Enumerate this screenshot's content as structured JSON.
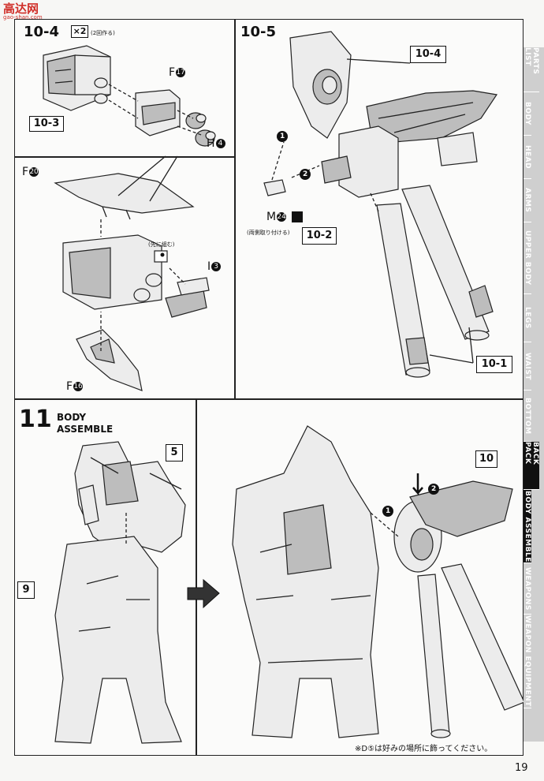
{
  "watermark": {
    "site": "高达网",
    "url": "gao-shan.com"
  },
  "step_10_4": {
    "title": "10-4",
    "multiplier": "×2",
    "multiplier_note": "(2回作る)",
    "ref": "10-3",
    "parts": {
      "F": "F",
      "F_num": "17",
      "H": "H",
      "H_num": "4"
    }
  },
  "step_10_4b": {
    "F_top": "F",
    "F_top_num": "20",
    "I": "I",
    "I_num": "3",
    "F_bottom": "F",
    "F_bottom_num": "16",
    "note": "(先に組む)"
  },
  "step_10_5": {
    "title": "10-5",
    "ref_a": "10-4",
    "ref_b": "10-2",
    "ref_c": "10-1",
    "M": "M",
    "M_num": "24",
    "note": "(両側取り付ける)",
    "arrow1": "1",
    "arrow2": "2"
  },
  "step_11": {
    "num": "11",
    "title_line1": "BODY",
    "title_line2": "ASSEMBLE",
    "ref_top": "5",
    "ref_bottom": "9",
    "ref_backpack": "10",
    "arrow1": "1",
    "arrow2": "2",
    "footnote": "※D⑤は好みの場所に飾ってください。"
  },
  "sidebar": {
    "tabs": [
      "PARTS LIST",
      "BODY",
      "HEAD",
      "ARMS",
      "UPPER BODY",
      "LEGS",
      "WAIST",
      "BOTTOM",
      "BACK PACK",
      "BODY ASSEMBLE",
      "WEAPONS",
      "WEAPON EQUIPMENT"
    ],
    "active": [
      "BACK PACK",
      "BODY ASSEMBLE"
    ]
  },
  "page_number": "19",
  "colors": {
    "ink": "#111111",
    "paper": "#f7f7f5",
    "tab_gray": "#cfcfcf",
    "watermark_red": "#d0302a"
  }
}
